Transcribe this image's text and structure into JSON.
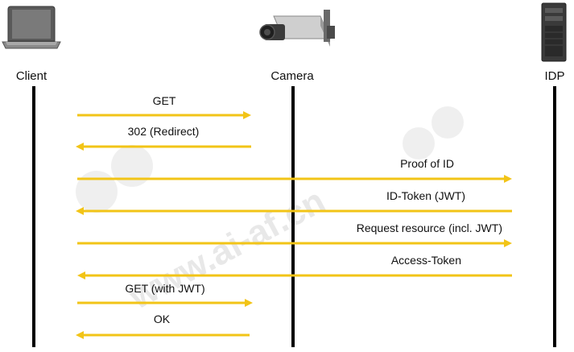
{
  "participants": [
    {
      "id": "client",
      "label": "Client",
      "icon": "laptop-icon"
    },
    {
      "id": "camera",
      "label": "Camera",
      "icon": "security-camera-icon"
    },
    {
      "id": "idp",
      "label": "IDP",
      "icon": "server-tower-icon"
    }
  ],
  "messages": [
    {
      "label": "GET",
      "from": "client",
      "to": "camera"
    },
    {
      "label": "302 (Redirect)",
      "from": "camera",
      "to": "client"
    },
    {
      "label": "Proof of ID",
      "from": "client",
      "to": "idp"
    },
    {
      "label": "ID-Token (JWT)",
      "from": "idp",
      "to": "client"
    },
    {
      "label": "Request resource (incl. JWT)",
      "from": "client",
      "to": "idp"
    },
    {
      "label": "Access-Token",
      "from": "idp",
      "to": "client"
    },
    {
      "label": "GET (with JWT)",
      "from": "client",
      "to": "camera"
    },
    {
      "label": "OK",
      "from": "camera",
      "to": "client"
    }
  ],
  "watermark": {
    "text": "www.ai-af.cn",
    "badge": "ai-af"
  },
  "colors": {
    "arrow": "#f2c417",
    "lifeline": "#000000",
    "text": "#111111"
  }
}
